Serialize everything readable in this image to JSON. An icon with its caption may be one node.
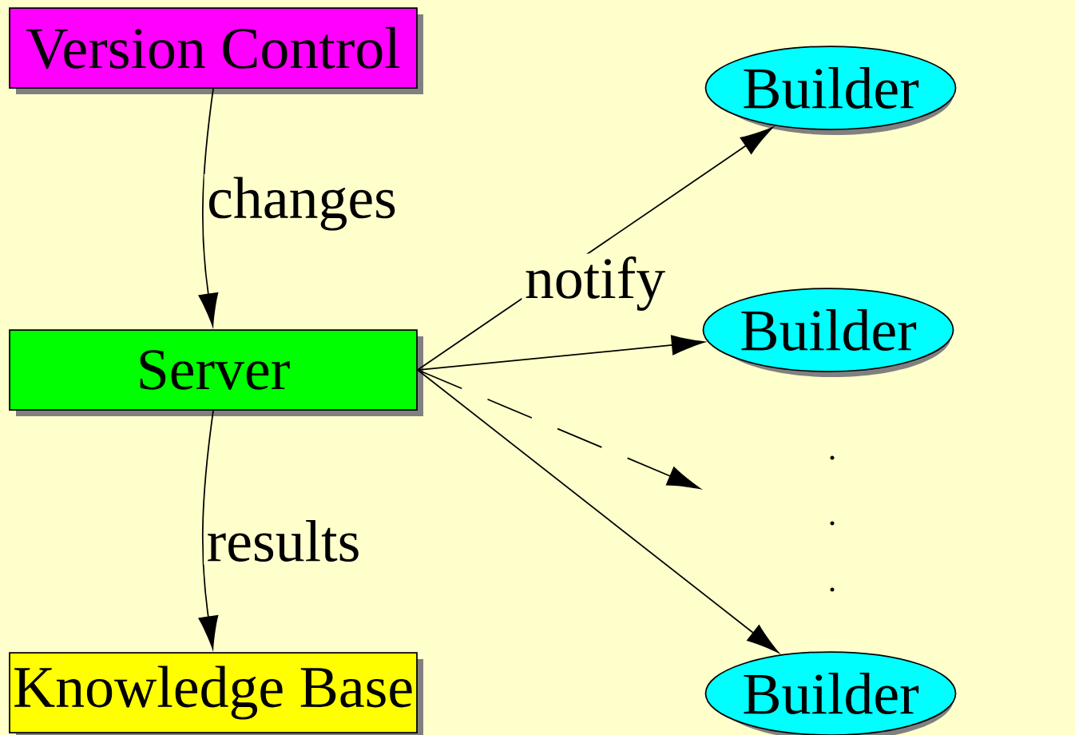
{
  "diagram": {
    "nodes": [
      {
        "text": [
          "Version Control"
        ]
      },
      {
        "text": [
          "Server"
        ]
      },
      {
        "text": [
          "Knowledge Base"
        ]
      },
      {
        "text": [
          "Builder"
        ]
      },
      {
        "text": [
          "Builder"
        ]
      },
      {
        "text": [
          "Builder"
        ]
      }
    ],
    "edges": [
      {
        "from": 0,
        "to": 1,
        "arrow": "to",
        "label": "changes"
      },
      {
        "from": 1,
        "to": 2,
        "arrow": "to",
        "label": "results"
      },
      {
        "from": 1,
        "to": 3,
        "arrow": "to",
        "label": "notify"
      },
      {
        "from": 1,
        "to": 4,
        "arrow": "to"
      },
      {
        "from": 1,
        "to": null,
        "arrow": "to",
        "style": "dashed"
      },
      {
        "from": 1,
        "to": 5,
        "arrow": "to"
      }
    ]
  }
}
